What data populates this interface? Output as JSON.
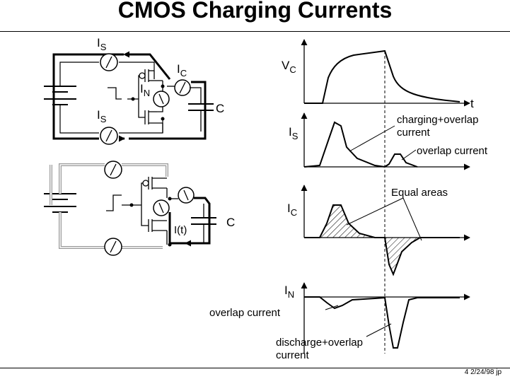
{
  "title": "CMOS Charging Currents",
  "footer": "4  2/24/98  jp",
  "circuit": {
    "is_top": "I",
    "is_top_sub": "S",
    "is_bottom": "I",
    "is_bottom_sub": "S",
    "ic": "I",
    "ic_sub": "C",
    "in": "I",
    "in_sub": "N",
    "cap_top": "C",
    "cap_bottom": "C",
    "it": "I(t)"
  },
  "plots": {
    "vc": "V",
    "vc_sub": "C",
    "t": "t",
    "is": "I",
    "is_sub": "S",
    "ic": "I",
    "ic_sub": "C",
    "in": "I",
    "in_sub": "N"
  },
  "annotations": {
    "charging_overlap_1": "charging+overlap",
    "charging_overlap_2": "current",
    "overlap_current_is": "overlap current",
    "equal_areas": "Equal areas",
    "overlap_current_in": "overlap current",
    "discharge_overlap_1": "discharge+overlap",
    "discharge_overlap_2": "current"
  }
}
